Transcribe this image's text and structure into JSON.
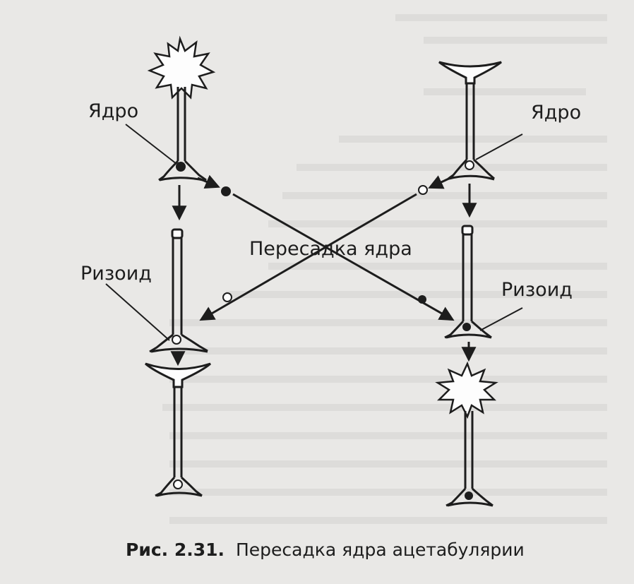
{
  "labels": {
    "nucleus_left": "Ядро",
    "nucleus_right": "Ядро",
    "transplant": "Пересадка ядра",
    "rhizoid_left": "Ризоид",
    "rhizoid_right": "Ризоид"
  },
  "caption": {
    "number": "Рис. 2.31.",
    "title": "Пересадка ядра ацетабулярии"
  },
  "colors": {
    "ink": "#1d1d1d",
    "paper": "#e9e8e6"
  }
}
